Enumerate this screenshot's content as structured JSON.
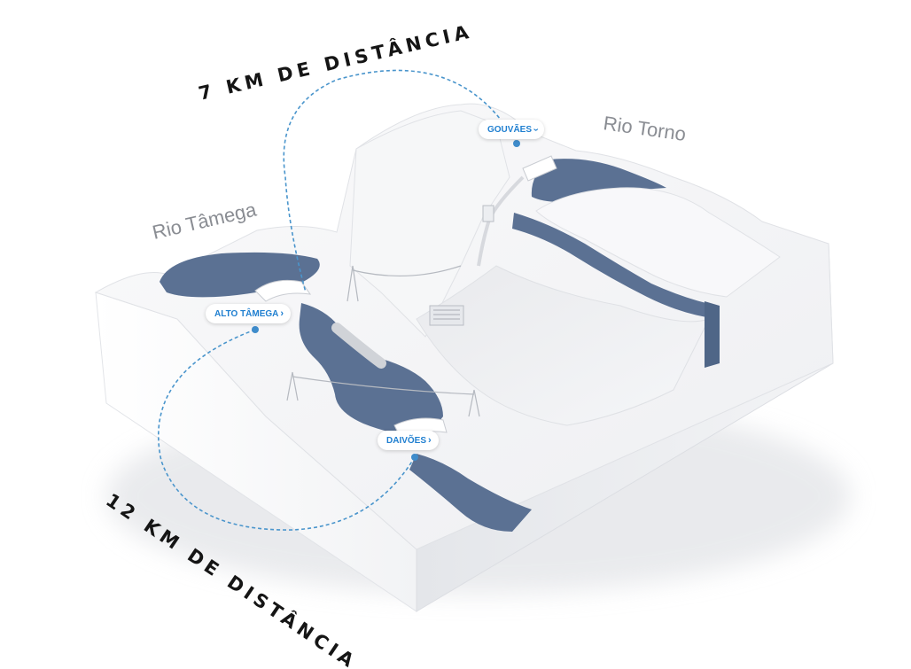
{
  "distances": {
    "top": "7 KM DE DISTÂNCIA",
    "bottom": "12 KM DE DISTÂNCIA"
  },
  "rivers": {
    "tamega": "Rio Tâmega",
    "torno": "Rio Torno"
  },
  "dams": {
    "gouvaes": "GOUVÃES",
    "alto_tamega": "ALTO TÂMEGA",
    "daivoes": "DAIVÕES"
  },
  "colors": {
    "water": "#5b7193",
    "terrain": "#f1f1f3",
    "accent": "#1f7fd0",
    "route": "#4a95cc"
  },
  "icons": {
    "dropdown": "chevron-down-icon",
    "link": "chevron-right-icon"
  }
}
